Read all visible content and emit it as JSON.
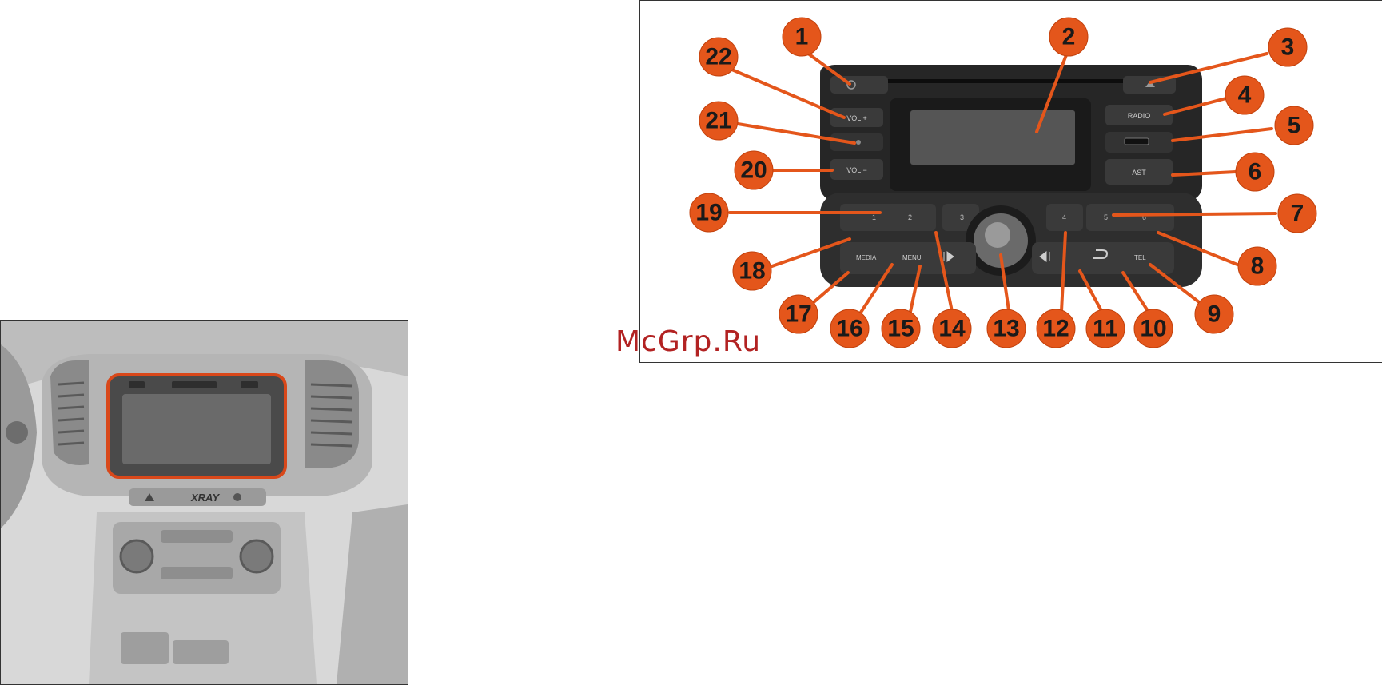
{
  "radio_labels": {
    "vol_plus": "VOL +",
    "vol_minus": "VOL −",
    "radio": "RADIO",
    "ast": "AST",
    "media": "MEDIA",
    "menu": "MENU",
    "tel": "TEL",
    "preset_1": "1",
    "preset_2": "2",
    "preset_3": "3",
    "preset_4": "4",
    "preset_5": "5",
    "preset_6": "6"
  },
  "callouts": [
    "1",
    "2",
    "3",
    "4",
    "5",
    "6",
    "7",
    "8",
    "9",
    "10",
    "11",
    "12",
    "13",
    "14",
    "15",
    "16",
    "17",
    "18",
    "19",
    "20",
    "21",
    "22"
  ],
  "car_badge": "XRAY",
  "watermark": "McGrp.Ru",
  "colors": {
    "callout": "#e4561b",
    "highlight": "#d9481a"
  }
}
